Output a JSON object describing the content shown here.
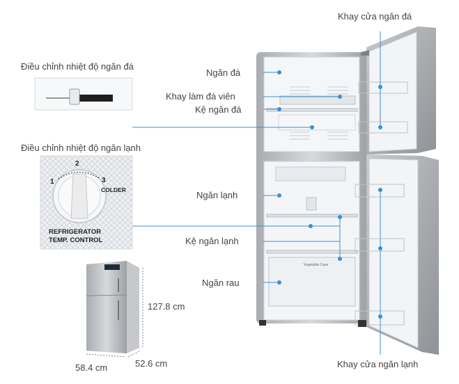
{
  "labels": {
    "freezer_door_tray": "Khay cửa ngăn đá",
    "freezer_temp_adjust": "Điều chỉnh nhiệt độ ngăn đá",
    "freezer": "Ngăn đá",
    "ice_tray": "Khay làm đá viên",
    "freezer_shelf": "Kệ ngăn đá",
    "fridge_temp_adjust": "Điều chỉnh nhiệt độ ngăn lạnh",
    "fridge": "Ngăn lạnh",
    "fridge_shelf": "Kệ ngăn lạnh",
    "vegetable": "Ngăn rau",
    "fridge_door_tray": "Khay cửa ngăn lạnh"
  },
  "dimensions": {
    "height": "127.8 cm",
    "width": "58.4 cm",
    "depth": "52.6 cm"
  },
  "knob": {
    "n1": "1",
    "n2": "2",
    "n3": "3",
    "colder": "COLDER",
    "line1": "REFRIGERATOR",
    "line2": "TEMP. CONTROL"
  },
  "crisper_text": "Vegetable Case",
  "colors": {
    "accent": "#3b8fd6",
    "body": "#b9bcc0"
  }
}
